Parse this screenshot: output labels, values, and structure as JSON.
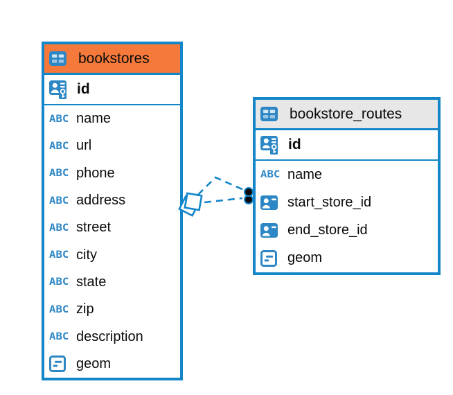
{
  "colors": {
    "accent_blue": "#1386c9",
    "icon_blue": "#2e87c5",
    "header_orange": "#f5793b",
    "header_gray": "#e7e7e7",
    "text": "#0a0a0a",
    "bg": "#ffffff"
  },
  "icons": {
    "text_type_glyph": "ABC"
  },
  "tables": [
    {
      "name": "bookstores",
      "header_style": "orange",
      "primary_key": {
        "label": "id"
      },
      "columns": [
        {
          "label": "name",
          "type": "text"
        },
        {
          "label": "url",
          "type": "text"
        },
        {
          "label": "phone",
          "type": "text"
        },
        {
          "label": "address",
          "type": "text"
        },
        {
          "label": "street",
          "type": "text"
        },
        {
          "label": "city",
          "type": "text"
        },
        {
          "label": "state",
          "type": "text"
        },
        {
          "label": "zip",
          "type": "text"
        },
        {
          "label": "description",
          "type": "text"
        },
        {
          "label": "geom",
          "type": "object"
        }
      ]
    },
    {
      "name": "bookstore_routes",
      "header_style": "gray",
      "primary_key": {
        "label": "id"
      },
      "columns": [
        {
          "label": "name",
          "type": "text"
        },
        {
          "label": "start_store_id",
          "type": "foreign-key"
        },
        {
          "label": "end_store_id",
          "type": "foreign-key"
        },
        {
          "label": "geom",
          "type": "object"
        }
      ]
    }
  ],
  "relationship": {
    "from_table": "bookstores",
    "to_table": "bookstore_routes",
    "link_count": 2,
    "line_style": "dashed"
  }
}
